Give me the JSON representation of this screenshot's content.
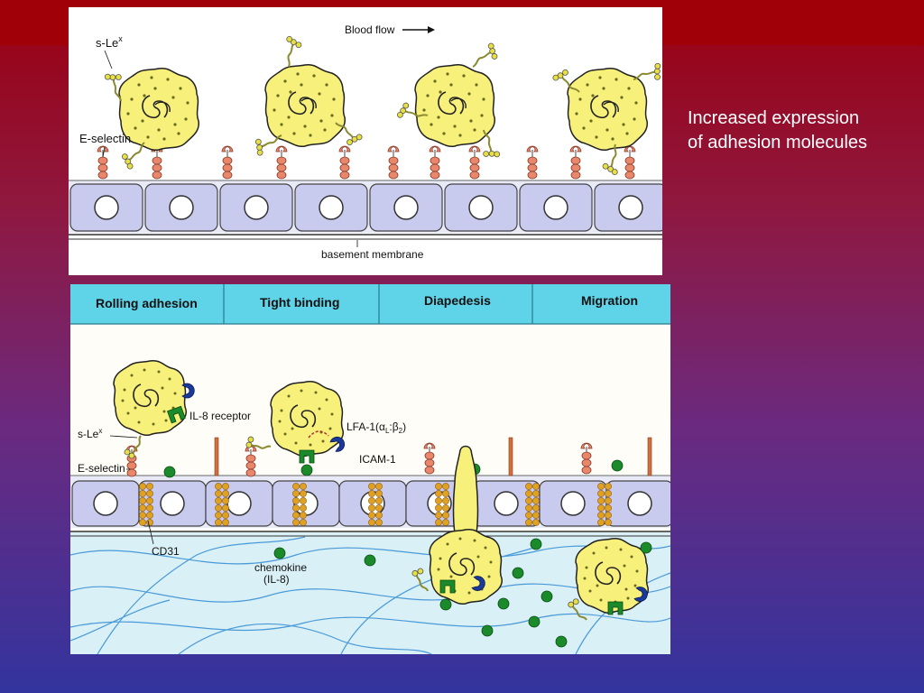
{
  "caption": {
    "line1": "Increased expression",
    "line2": "of adhesion molecules"
  },
  "top_diagram": {
    "blood_flow": "Blood flow",
    "sle_label": "s-Le",
    "sle_sup": "x",
    "eselectin_label": "E-selectin",
    "basement_label": "basement membrane"
  },
  "bottom_diagram": {
    "stages": [
      "Rolling adhesion",
      "Tight binding",
      "Diapedesis",
      "Migration"
    ],
    "il8_receptor": "IL-8 receptor",
    "sle_label": "s-Le",
    "sle_sup": "x",
    "eselectin_label": "E-selectin",
    "lfa1_label": "LFA-1(",
    "lfa1_alpha": "α",
    "lfa1_alpha_sub": "L",
    "lfa1_colon": ":",
    "lfa1_beta": "β",
    "lfa1_beta_sub": "2",
    "lfa1_close": ")",
    "icam1_label": "ICAM-1",
    "cd31_label": "CD31",
    "chemokine_line1": "chemokine",
    "chemokine_line2": "(IL-8)"
  },
  "colors": {
    "header_fill": "#5fd3e8",
    "cell_fill": "#c9cbee",
    "leukocyte_fill": "#f7f07a",
    "selectin_color": "#e8876a",
    "receptor_green": "#1a8a2a",
    "receptor_blue": "#1a3a9a",
    "tissue_fill": "#d8f0f6"
  }
}
